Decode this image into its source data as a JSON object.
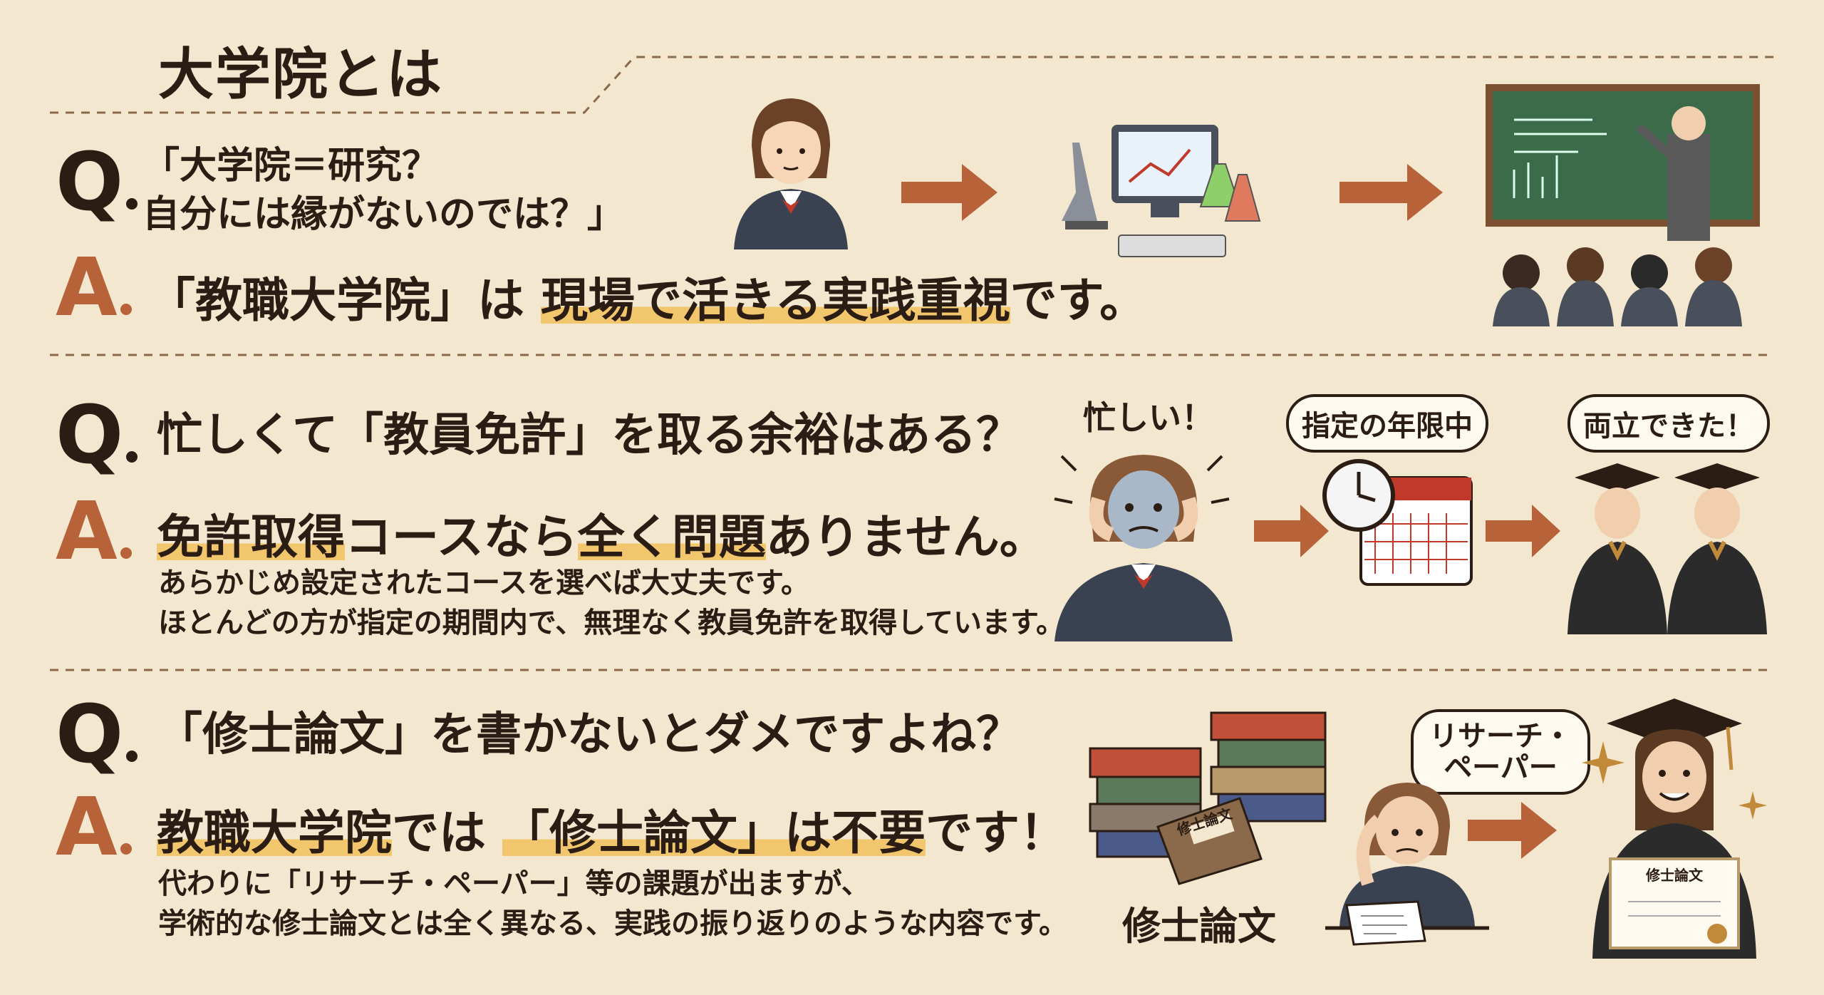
{
  "title": "大学院とは",
  "q_letter": "Q",
  "a_letter": "A",
  "section1": {
    "q_line1": "「大学院＝研究？",
    "q_line2": "自分には縁がないのでは？」",
    "a_part1": "「教職大学院」は ",
    "a_part2": "現場で活きる実践重視",
    "a_part3": "です。"
  },
  "section2": {
    "q": "忙しくて「教員免許」を取る余裕はある？",
    "a_part1": "免許取得",
    "a_part2": "コースなら",
    "a_part3": "全く問題",
    "a_part4": "ありません。",
    "sub1": "あらかじめ設定されたコースを選べば大丈夫です。",
    "sub2": "ほとんどの方が指定の期間内で、無理なく教員免許を取得しています。",
    "bubble_busy": "忙しい！",
    "bubble_period": "指定の年限中",
    "bubble_done": "両立できた！"
  },
  "section3": {
    "q": "「修士論文」を書かないとダメですよね？",
    "a_part1": "教職大学院",
    "a_part2": "では ",
    "a_part3": "「修士論文」",
    "a_part4": "は不要",
    "a_part5": "です！",
    "sub1": "代わりに「リサーチ・ペーパー」等の課題が出ますが、",
    "sub2": "学術的な修士論文とは全く異なる、実践の振り返りのような内容です。",
    "bubble_research": "リサーチ・\nペーパー",
    "caption": "修士論文",
    "book_label": "修士論文",
    "diploma_label": "修士論文"
  },
  "colors": {
    "background": "#f3e8cf",
    "accent": "#b8623a",
    "highlight": "#f1c66d",
    "text": "#2b1d14"
  }
}
